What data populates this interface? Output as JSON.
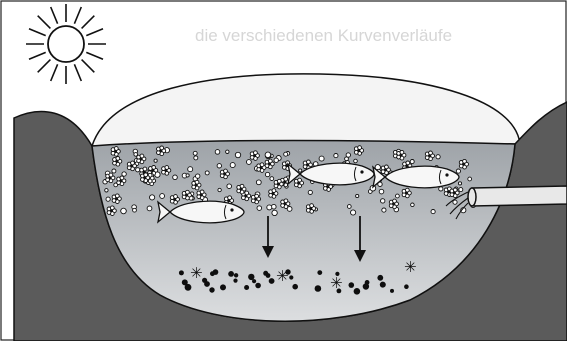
{
  "bleed_through_text": "die verschiedenen Kurvenverläufe",
  "scene": {
    "elements": [
      "sun",
      "lake",
      "fish",
      "algae",
      "nutrient-particles",
      "inflow-pipe",
      "sediment",
      "sinking-arrows"
    ],
    "fish_count": 3,
    "arrow_count": 2
  },
  "colors": {
    "terrain": "#5b5b5b",
    "water_top": "#9ea3a8",
    "water_bottom": "#dcdee0",
    "sky_dome": "#f4f4f4",
    "outline": "#111111",
    "fish": "#f7f7f7",
    "pipe": "#e8e8e8",
    "sediment": "#0e0e0e"
  }
}
